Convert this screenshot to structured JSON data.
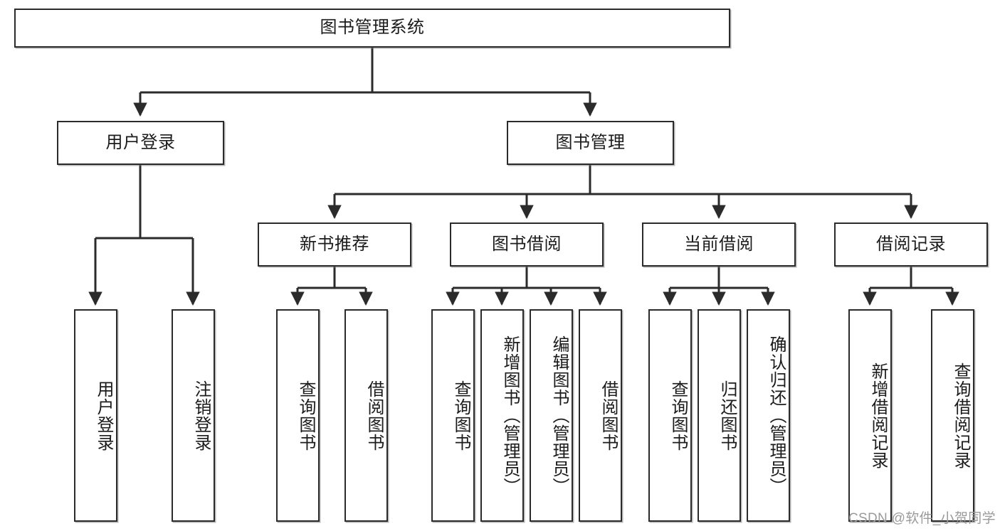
{
  "diagram": {
    "title_node": {
      "label": "图书管理系统"
    },
    "level2": [
      {
        "label": "用户登录"
      },
      {
        "label": "图书管理"
      }
    ],
    "level3": [
      {
        "label": "新书推荐"
      },
      {
        "label": "图书借阅"
      },
      {
        "label": "当前借阅"
      },
      {
        "label": "借阅记录"
      }
    ],
    "leaves": [
      {
        "label": "用户登录"
      },
      {
        "label": "注销登录"
      },
      {
        "label": "查询图书"
      },
      {
        "label": "借阅图书"
      },
      {
        "label": "查询图书"
      },
      {
        "label": "新增图书（管理员）"
      },
      {
        "label": "编辑图书（管理员）"
      },
      {
        "label": "借阅图书"
      },
      {
        "label": "查询图书"
      },
      {
        "label": "归还图书"
      },
      {
        "label": "确认归还（管理员）"
      },
      {
        "label": "新增借阅记录"
      },
      {
        "label": "查询借阅记录"
      }
    ]
  },
  "watermark": {
    "text": "CSDN @软件_小贺同学"
  },
  "colors": {
    "stroke": "#2b2b2b",
    "box_fill": "#ffffff",
    "text": "#1b1b1b",
    "watermark": "#9a9a9a"
  }
}
